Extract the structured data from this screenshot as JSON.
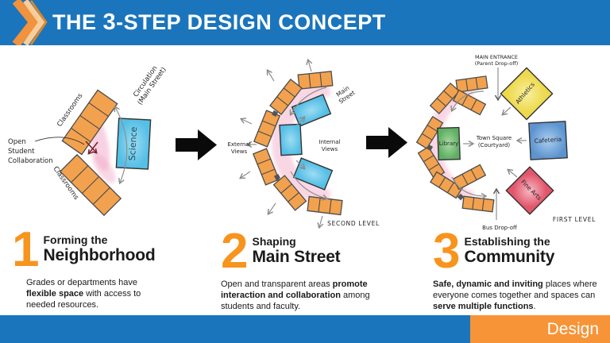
{
  "slide": {
    "header": {
      "title_prefix": "THE ",
      "title_number": "3",
      "title_suffix": "-STEP DESIGN CONCEPT"
    },
    "footer": {
      "label": "Design"
    },
    "colors": {
      "header_blue": "#1B75BC",
      "accent_orange": "#F7941E",
      "footer_orange": "#F79437",
      "bar_orange": "#F2A24E",
      "science_blue": "#55BFE6",
      "cafeteria_blue": "#5D94CF",
      "library_green": "#5FAE63",
      "athletics_yellow": "#EED94E",
      "fine_arts_red": "#E2556A",
      "collaboration_pink": "#F2A6C5"
    }
  },
  "diagram1": {
    "labels": {
      "classrooms_top": "Classrooms",
      "classrooms_bottom": "Classrooms",
      "circulation_line1": "Circulation",
      "circulation_line2": "(Main Street)",
      "open_line1": "Open",
      "open_line2": "Student",
      "open_line3": "Collaboration",
      "science": "Science"
    }
  },
  "diagram2": {
    "labels": {
      "main_street_line1": "Main",
      "main_street_line2": "Street",
      "external_line1": "External",
      "external_line2": "Views",
      "internal_line1": "Internal",
      "internal_line2": "Views",
      "level": "SECOND LEVEL"
    }
  },
  "diagram3": {
    "labels": {
      "entrance_line1": "MAIN ENTRANCE",
      "entrance_line2": "(Parent Drop-off)",
      "town_line1": "Town Square",
      "town_line2": "(Courtyard)",
      "athletics": "Athletics",
      "cafeteria": "Cafeteria",
      "fine_arts": "Fine Arts",
      "library": "Library",
      "bus": "Bus Drop-off",
      "level": "FIRST LEVEL"
    }
  },
  "steps": [
    {
      "number": "1",
      "title_line1": "Forming the",
      "title_line2": "Neighborhood",
      "body": [
        {
          "text": "Grades or departments have "
        },
        {
          "text": "flexible space",
          "bold": true
        },
        {
          "text": " with access to needed resources."
        }
      ]
    },
    {
      "number": "2",
      "title_line1": "Shaping",
      "title_line2": "Main Street",
      "body": [
        {
          "text": "Open and transparent areas "
        },
        {
          "text": "promote interaction and collaboration",
          "bold": true
        },
        {
          "text": " among students and faculty."
        }
      ]
    },
    {
      "number": "3",
      "title_line1": "Establishing the",
      "title_line2": "Community",
      "body": [
        {
          "text": "Safe, dynamic and inviting",
          "bold": true
        },
        {
          "text": " places where everyone comes together and spaces can "
        },
        {
          "text": "serve multiple functions",
          "bold": true
        },
        {
          "text": "."
        }
      ]
    }
  ]
}
